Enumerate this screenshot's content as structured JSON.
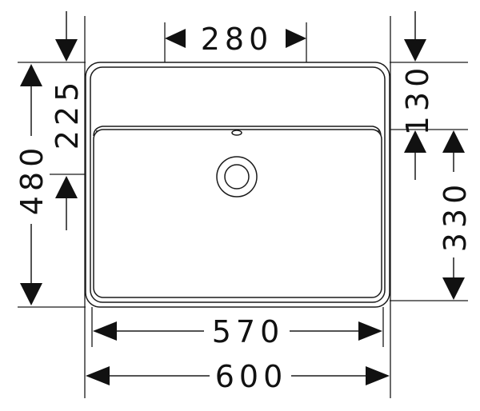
{
  "dimensions": {
    "top_width": "280",
    "left_height": "480",
    "left_offset": "225",
    "right_top": "130",
    "right_bottom": "330",
    "inner_width": "570",
    "outer_width": "600"
  }
}
